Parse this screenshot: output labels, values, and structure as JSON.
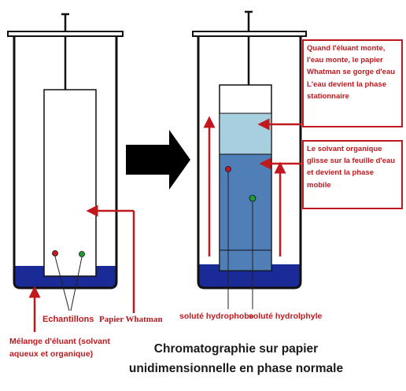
{
  "colors": {
    "beaker_outline": "#111111",
    "eluent": "#1a2a96",
    "water_phase": "#a7cfe0",
    "organic_phase": "#4f7fb6",
    "arrow_red": "#c0181d",
    "big_arrow": "#000000",
    "sample_red": "#c0181d",
    "sample_green": "#1f9a3a"
  },
  "left_labels": {
    "samples": "Echantillons",
    "paper": "Papier Whatman",
    "eluent_line1": "Mélange d'éluant (solvant",
    "eluent_line2": "aqueux et organique)"
  },
  "right_notes": {
    "water": [
      "Quand l'éluant monte,",
      "l'eau monte, le papier",
      "Whatman se gorge d'eau",
      "L'eau devient la phase",
      "stationnaire"
    ],
    "solvent": [
      "Le solvant organique",
      "glisse sur la feuille d'eau",
      "et devient la phase",
      "mobile"
    ]
  },
  "right_labels": {
    "hydrophobe": "soluté hydrophobe",
    "hydrophyle": "soluté hydrolphyle"
  },
  "caption": {
    "line1": "Chromatographie sur papier",
    "line2": "unidimensionnelle en phase normale"
  }
}
